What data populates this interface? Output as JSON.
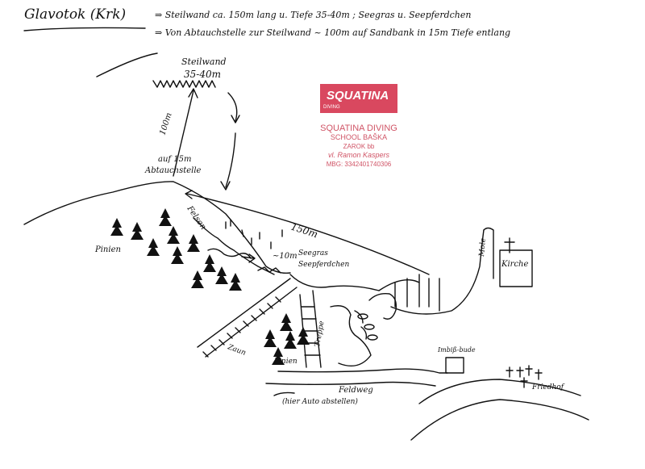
{
  "header": {
    "site_name": "Glavotok (Krk)",
    "line1": "⇒ Steilwand ca. 150m lang u. Tiefe 35-40m ; Seegras u. Seepferdchen",
    "line2": "⇒ Von Abtauchstelle zur Steilwand ~ 100m auf Sandbank in 15m Tiefe entlang"
  },
  "stamp": {
    "logo_text": "SQUATINA",
    "logo_sub": "DIVING",
    "name": "SQUATINA DIVING",
    "school": "SCHOOL BAŠKA",
    "address": "ZAROK bb",
    "owner": "vl. Ramon Kaspers",
    "mbg": "MBG: 3342401740306"
  },
  "labels": {
    "steilwand": "Steilwand",
    "depth": "35-40m",
    "dist_100": "100m",
    "abtauch": "auf 15m",
    "abtauch2": "Abtauchstelle",
    "dist_150": "150m",
    "depth_10": "~10m",
    "seegras": "Seegras",
    "seepferdchen": "Seepferdchen",
    "felsen": "Felsen",
    "pinien_left": "Pinien",
    "pinien_bottom": "Pinien",
    "zaun": "Zaun",
    "treppe": "Treppe",
    "feldweg": "Feldweg",
    "parking": "(hier Auto abstellen)",
    "mole": "Mole",
    "kirche": "Kirche",
    "imbiss": "Imbiß-bude",
    "friedhof": "Friedhof"
  },
  "colors": {
    "ink": "#111111",
    "stamp_red": "#d9485f"
  },
  "icons": {
    "tree": "tree-icon",
    "cross": "cross-icon",
    "arrow": "arrow-icon"
  }
}
